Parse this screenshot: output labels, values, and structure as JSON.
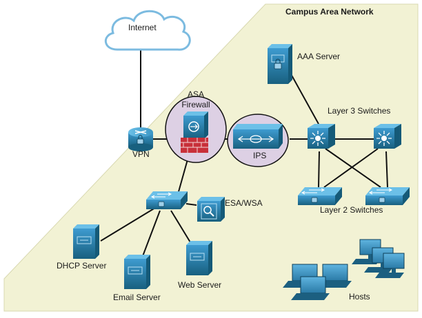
{
  "diagram": {
    "title": "Campus Area Network",
    "nodes": {
      "internet": "Internet",
      "vpn": "VPN",
      "asa_line1": "ASA",
      "asa_line2": "Firewall",
      "ips": "IPS",
      "aaa": "AAA Server",
      "l3": "Layer 3 Switches",
      "l2": "Layer 2 Switches",
      "esa": "ESA/WSA",
      "dhcp": "DHCP Server",
      "email": "Email Server",
      "web": "Web Server",
      "hosts": "Hosts"
    },
    "colors": {
      "campus_area": "#f2f2d4",
      "device_blue": "#1f6f99",
      "device_light": "#4aa3cf",
      "highlight_circle": "#ddd0e4",
      "cloud_stroke": "#6fb4dc",
      "firewall_brick": "#c8303a"
    }
  }
}
